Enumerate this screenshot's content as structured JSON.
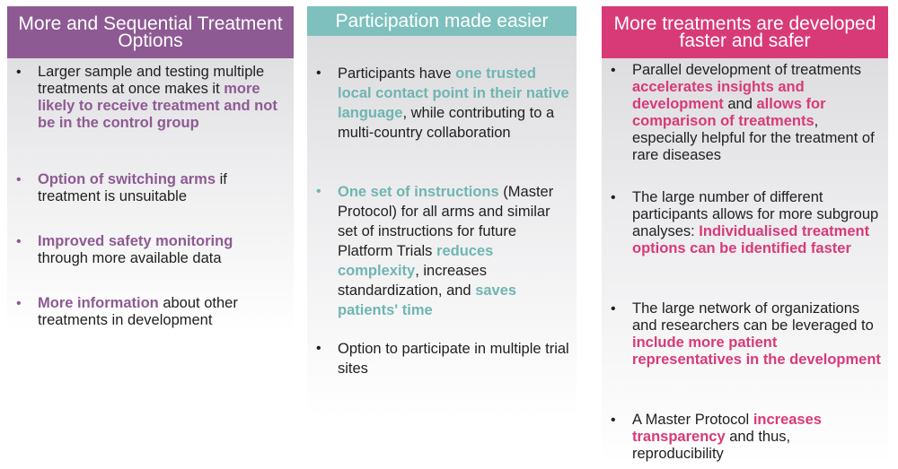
{
  "panels": [
    {
      "title": "More and Sequential Treatment Options",
      "items": [
        {
          "pre": "Larger sample and testing multiple treatments at once makes it ",
          "hl": "more likely to receive treatment and not be in the control group",
          "post": ""
        },
        {
          "pre": "",
          "hl": "Option of switching arms",
          "post": " if treatment is unsuitable"
        },
        {
          "pre": "",
          "hl": "Improved safety monitoring",
          "post": " through more available data"
        },
        {
          "pre": "",
          "hl": "More information",
          "post": " about other treatments in development"
        }
      ]
    },
    {
      "title": "Participation made easier",
      "items": [
        {
          "pre": "Participants have ",
          "hl": "one trusted local contact point in their native language",
          "post": ", while contributing to a multi-country collaboration"
        },
        {
          "pre": "",
          "hl": "One set of instructions",
          "post": " (Master Protocol) for all arms and similar set of instructions for future Platform Trials ",
          "hl2": "reduces complexity",
          "post2": ", increases standardization, and ",
          "hl3": "saves patients' time",
          "post3": ""
        },
        {
          "pre": "Option to participate in multiple trial sites",
          "hl": "",
          "post": ""
        }
      ]
    },
    {
      "title": "More treatments are developed faster and safer",
      "items": [
        {
          "pre": "Parallel development of treatments ",
          "hl": "accelerates insights and development",
          "post": " and ",
          "hl2": "allows for comparison of treatments",
          "post2": ", especially helpful for the treatment of rare diseases"
        },
        {
          "pre": "The large number of different participants allows for more subgroup analyses: ",
          "hl": "Individualised treatment options can be identified faster",
          "post": ""
        },
        {
          "pre": "The large network of organizations and researchers can be leveraged to ",
          "hl": "include more patient representatives in the development",
          "post": ""
        },
        {
          "pre": "A Master Protocol ",
          "hl": "increases transparency",
          "post": " and thus, reproducibility"
        }
      ]
    }
  ],
  "bullet": "•"
}
